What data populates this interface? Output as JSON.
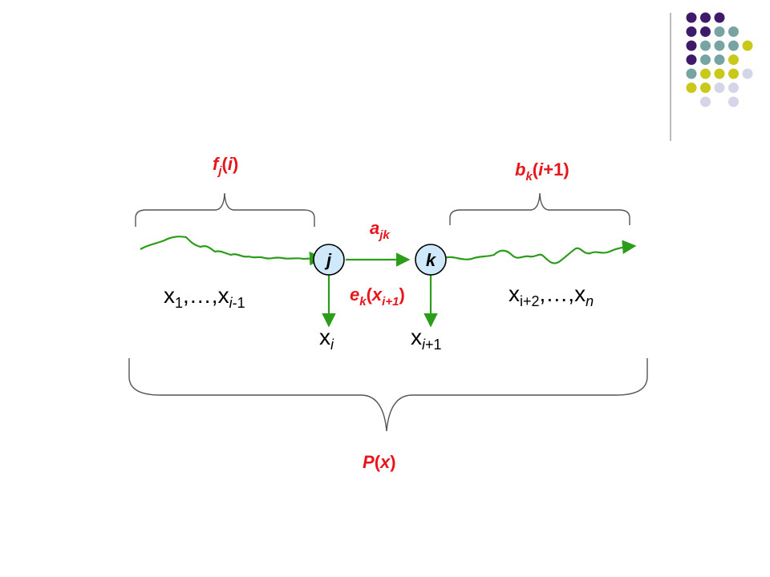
{
  "colors": {
    "dark_purple": "#3f1a6b",
    "teal": "#77a3a3",
    "yellow_green": "#c9c81b",
    "lavender": "#d5d5ea",
    "red": "#e8151b",
    "green": "#2c9c1b",
    "node_fill": "#cfe9fb"
  },
  "decor_dots": {
    "rows": [
      [
        "purple",
        "purple",
        "purple",
        "",
        ""
      ],
      [
        "purple",
        "purple",
        "teal",
        "teal",
        ""
      ],
      [
        "purple",
        "teal",
        "teal",
        "teal",
        "yellow"
      ],
      [
        "purple",
        "teal",
        "teal",
        "yellow",
        ""
      ],
      [
        "teal",
        "yellow",
        "yellow",
        "yellow",
        "lavender"
      ],
      [
        "yellow",
        "yellow",
        "lavender",
        "lavender",
        ""
      ],
      [
        "",
        "lavender",
        "",
        "lavender",
        ""
      ]
    ]
  },
  "labels": {
    "forward": {
      "base": "f",
      "sub": "j",
      "open": "(",
      "arg": "i",
      "close": ")"
    },
    "backward": {
      "base": "b",
      "sub": "k",
      "open": "(",
      "arg": "i",
      "plus": "+1",
      "close": ")"
    },
    "transition": {
      "base": "a",
      "sub": "jk"
    },
    "emission": {
      "base": "e",
      "sub": "k",
      "open": "(",
      "arg": "x",
      "argsub": "i+1",
      "close": ")"
    },
    "total": {
      "base": "P",
      "open": "(",
      "arg": "x",
      "close": ")"
    }
  },
  "nodes": {
    "j": "j",
    "k": "k"
  },
  "sequences": {
    "left": {
      "x1": "x",
      "s1": "1",
      "sep": ",…,",
      "x2": "x",
      "s2": "i",
      "s2b": "-1"
    },
    "right": {
      "x1": "x",
      "s1": "i+2",
      "sep": ",…,",
      "x2": "x",
      "s2": "n"
    },
    "xi": {
      "x": "x",
      "s": "i"
    },
    "xi1": {
      "x": "x",
      "s": "i",
      "sb": "+1"
    }
  }
}
